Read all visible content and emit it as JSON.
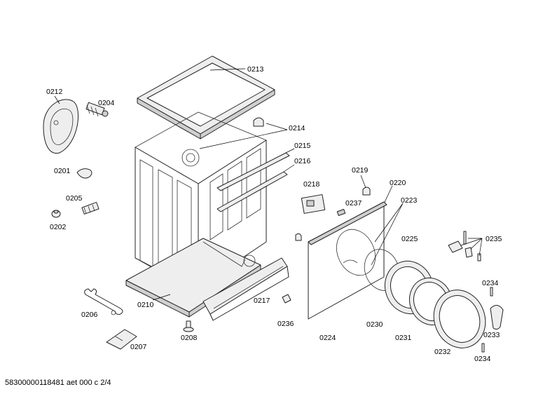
{
  "labels": {
    "p0201": "0201",
    "p0202": "0202",
    "p0204": "0204",
    "p0205": "0205",
    "p0206": "0206",
    "p0207": "0207",
    "p0208": "0208",
    "p0210": "0210",
    "p0212": "0212",
    "p0213": "0213",
    "p0214": "0214",
    "p0215": "0215",
    "p0216": "0216",
    "p0217": "0217",
    "p0218": "0218",
    "p0219": "0219",
    "p0220": "0220",
    "p0223": "0223",
    "p0224": "0224",
    "p0225": "0225",
    "p0230": "0230",
    "p0231": "0231",
    "p0232": "0232",
    "p0233": "0233",
    "p0234a": "0234",
    "p0234b": "0234",
    "p0235": "0235",
    "p0236": "0236",
    "p0237": "0237"
  },
  "footer": "58300000118481 aet 000 c 2/4"
}
